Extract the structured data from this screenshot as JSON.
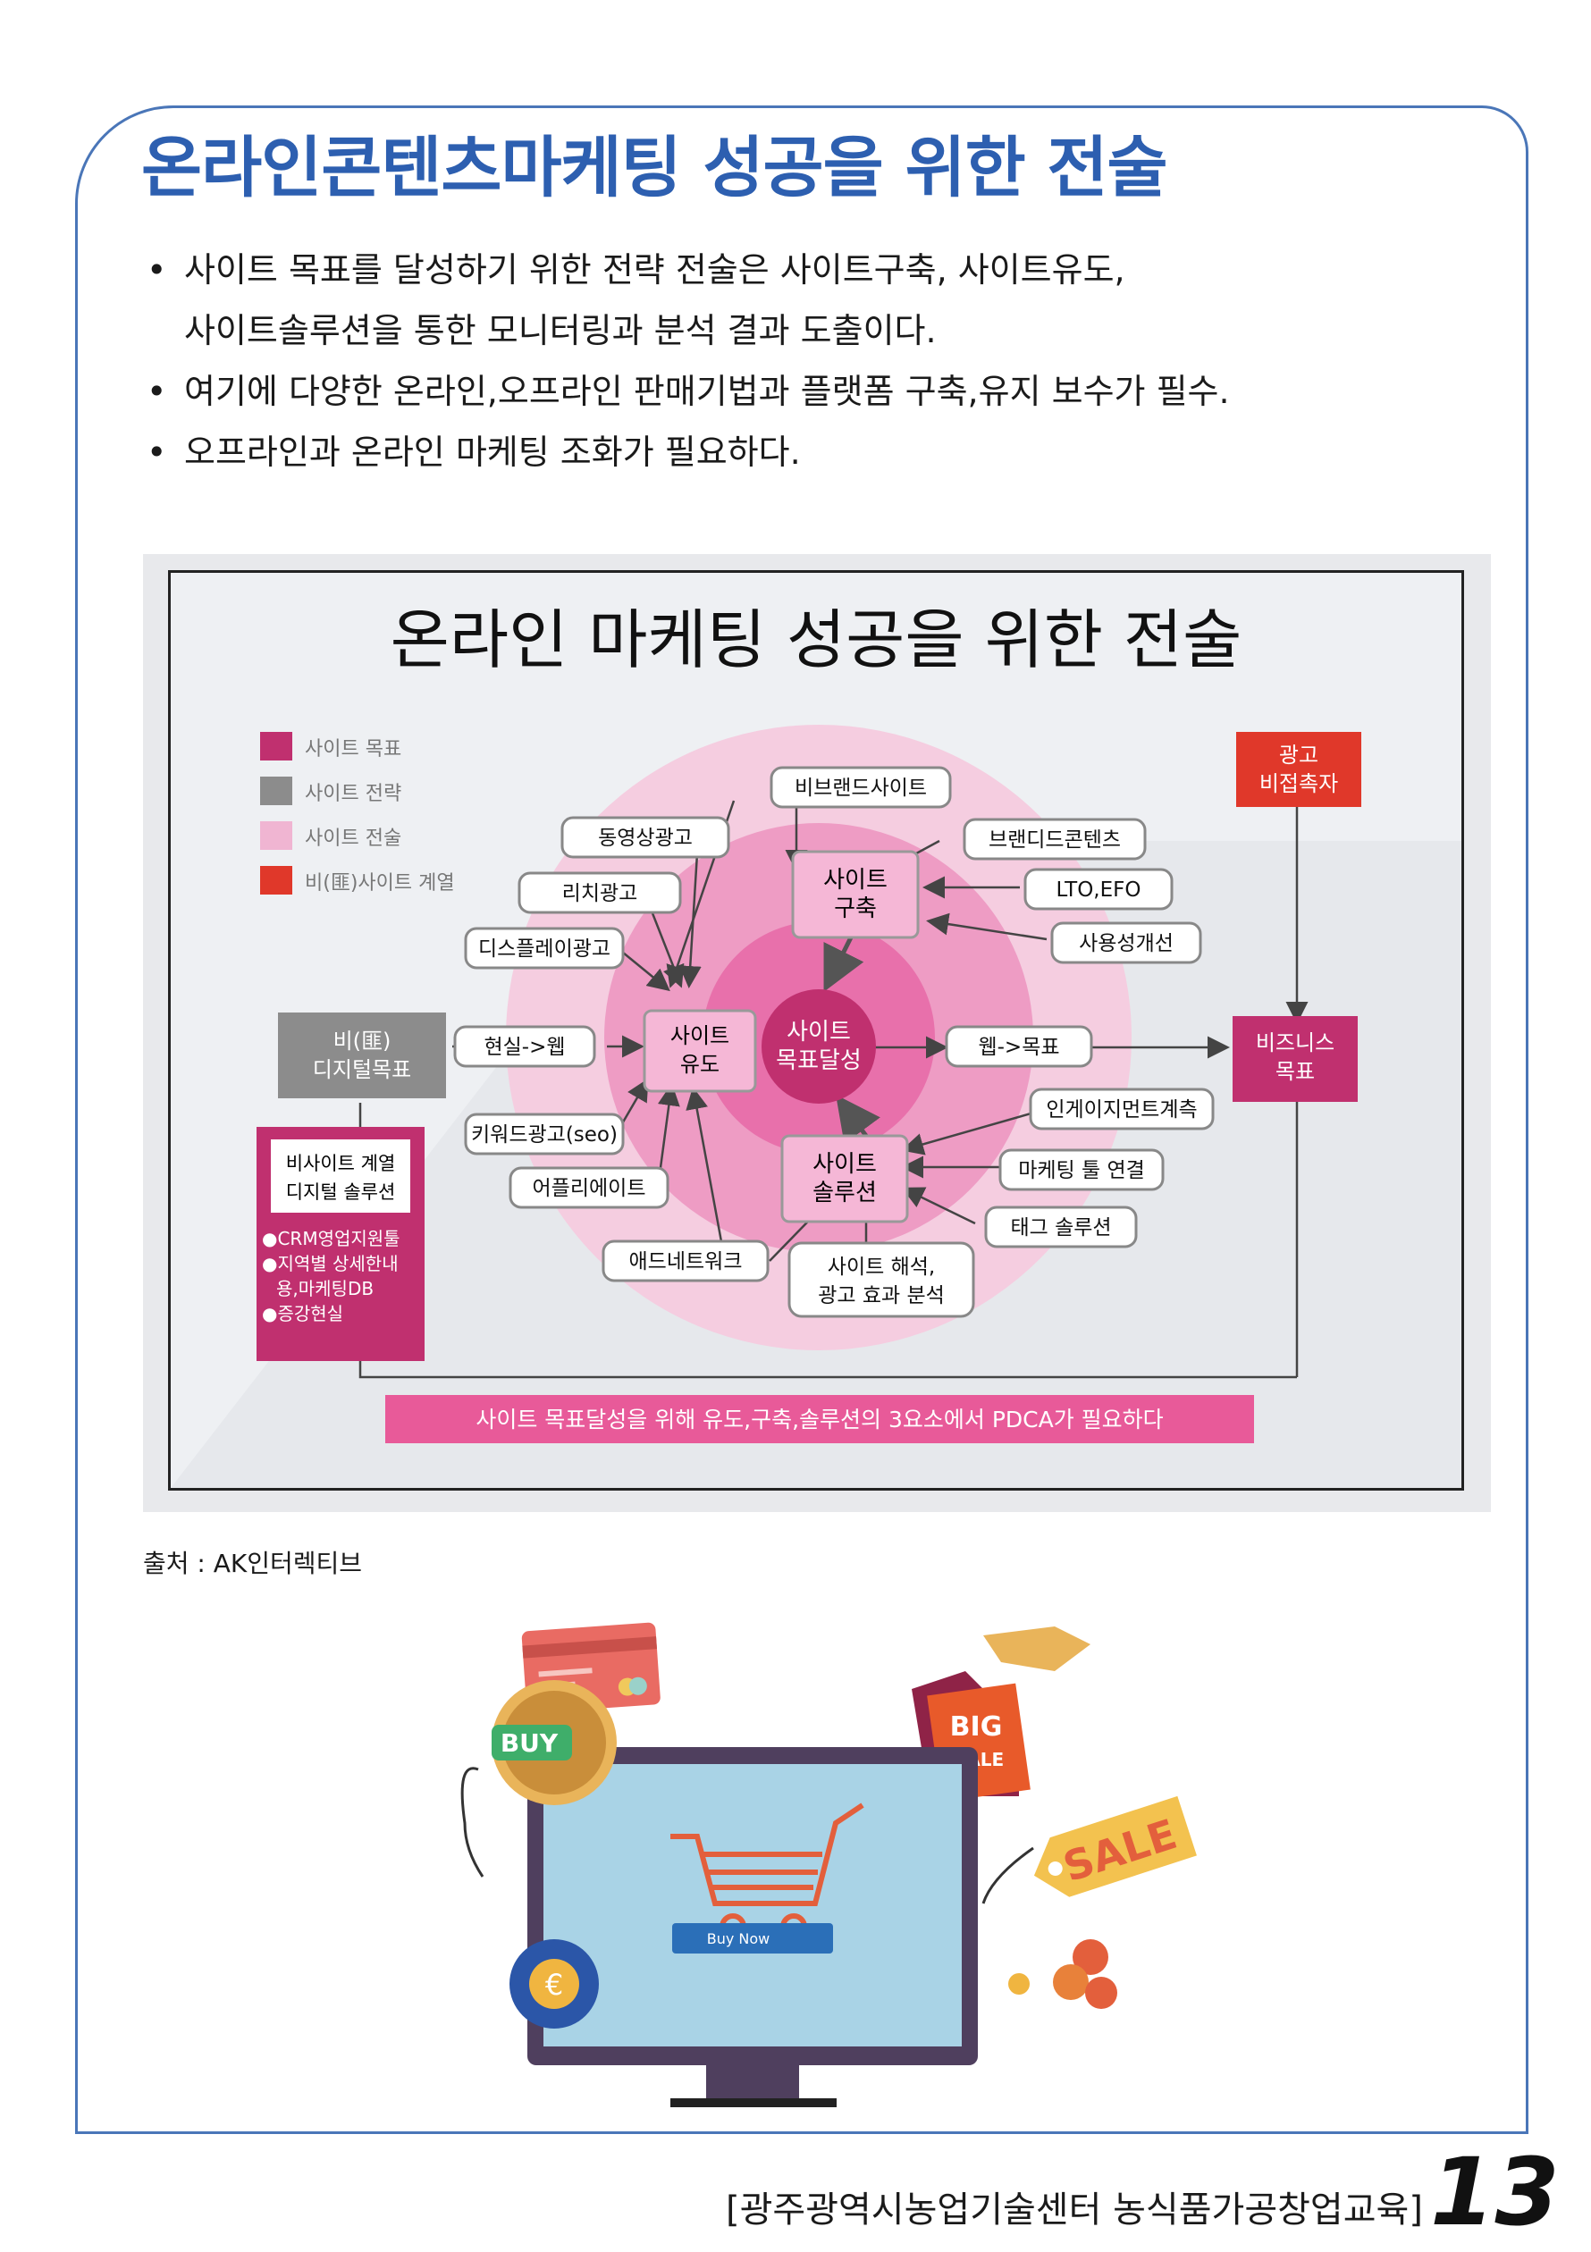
{
  "header": {
    "title": "온라인콘텐츠마케팅 성공을 위한 전술"
  },
  "bullets": [
    "사이트 목표를 달성하기 위한 전략 전술은 사이트구축, 사이트유도,",
    "사이트솔루션을 통한 모니터링과 분석 결과 도출이다.",
    "여기에 다양한 온라인,오프라인 판매기법과 플랫폼 구축,유지 보수가 필수.",
    "오프라인과 온라인 마케팅 조화가 필요하다."
  ],
  "figure": {
    "title": "온라인 마케팅 성공을 위한 전술",
    "legend": [
      {
        "label": "사이트 목표",
        "color": "#c0306f"
      },
      {
        "label": "사이트 전략",
        "color": "#8c8c8c"
      },
      {
        "label": "사이트 전술",
        "color": "#f0b5d2"
      },
      {
        "label": "비(匪)사이트 계열",
        "color": "#e0382a"
      }
    ],
    "nodes": {
      "brand_site": "비브랜드사이트",
      "video_ad": "동영상광고",
      "rich_ad": "리치광고",
      "display_ad": "디스플레이광고",
      "branded_content": "브랜디드콘텐츠",
      "lto_efo": "LTO,EFO",
      "usability": "사용성개선",
      "site_build_1": "사이트",
      "site_build_2": "구축",
      "site_induce_1": "사이트",
      "site_induce_2": "유도",
      "site_goal_1": "사이트",
      "site_goal_2": "목표달성",
      "site_sol_1": "사이트",
      "site_sol_2": "솔루션",
      "offline_to_web": "현실->웹",
      "web_to_goal": "웹->목표",
      "keyword_ad": "키워드광고(seo)",
      "affiliate": "어플리에이트",
      "ad_network": "애드네트워크",
      "engagement": "인게이지먼트계측",
      "mkt_tool": "마케팅 툴 연결",
      "tag_solution": "태그 솔루션",
      "analysis_1": "사이트 해석,",
      "analysis_2": "광고 효과 분석",
      "non_digital_1": "비(匪)",
      "non_digital_2": "디지털목표",
      "non_contact_1": "광고",
      "non_contact_2": "비접촉자",
      "biz_goal_1": "비즈니스",
      "biz_goal_2": "목표",
      "non_site_title_1": "비사이트 계열",
      "non_site_title_2": "디지털 솔루션",
      "non_site_items": [
        "●CRM영업지원툴",
        "●지역별 상세한내",
        "용,마케팅DB",
        "●증강현실"
      ]
    },
    "banner": "사이트 목표달성을 위해 유도,구축,솔루션의 3요소에서 PDCA가 필요하다"
  },
  "caption": "출처 : AK인터렉티브",
  "illustration": {
    "buy_label": "BUY",
    "big_label": "BIG",
    "sale_small": "SALE",
    "sale_tag": "SALE",
    "buy_now": "Buy Now",
    "euro": "€"
  },
  "footer": {
    "text": "[광주광역시농업기술센터 농식품가공창업교육]",
    "page": "13"
  }
}
